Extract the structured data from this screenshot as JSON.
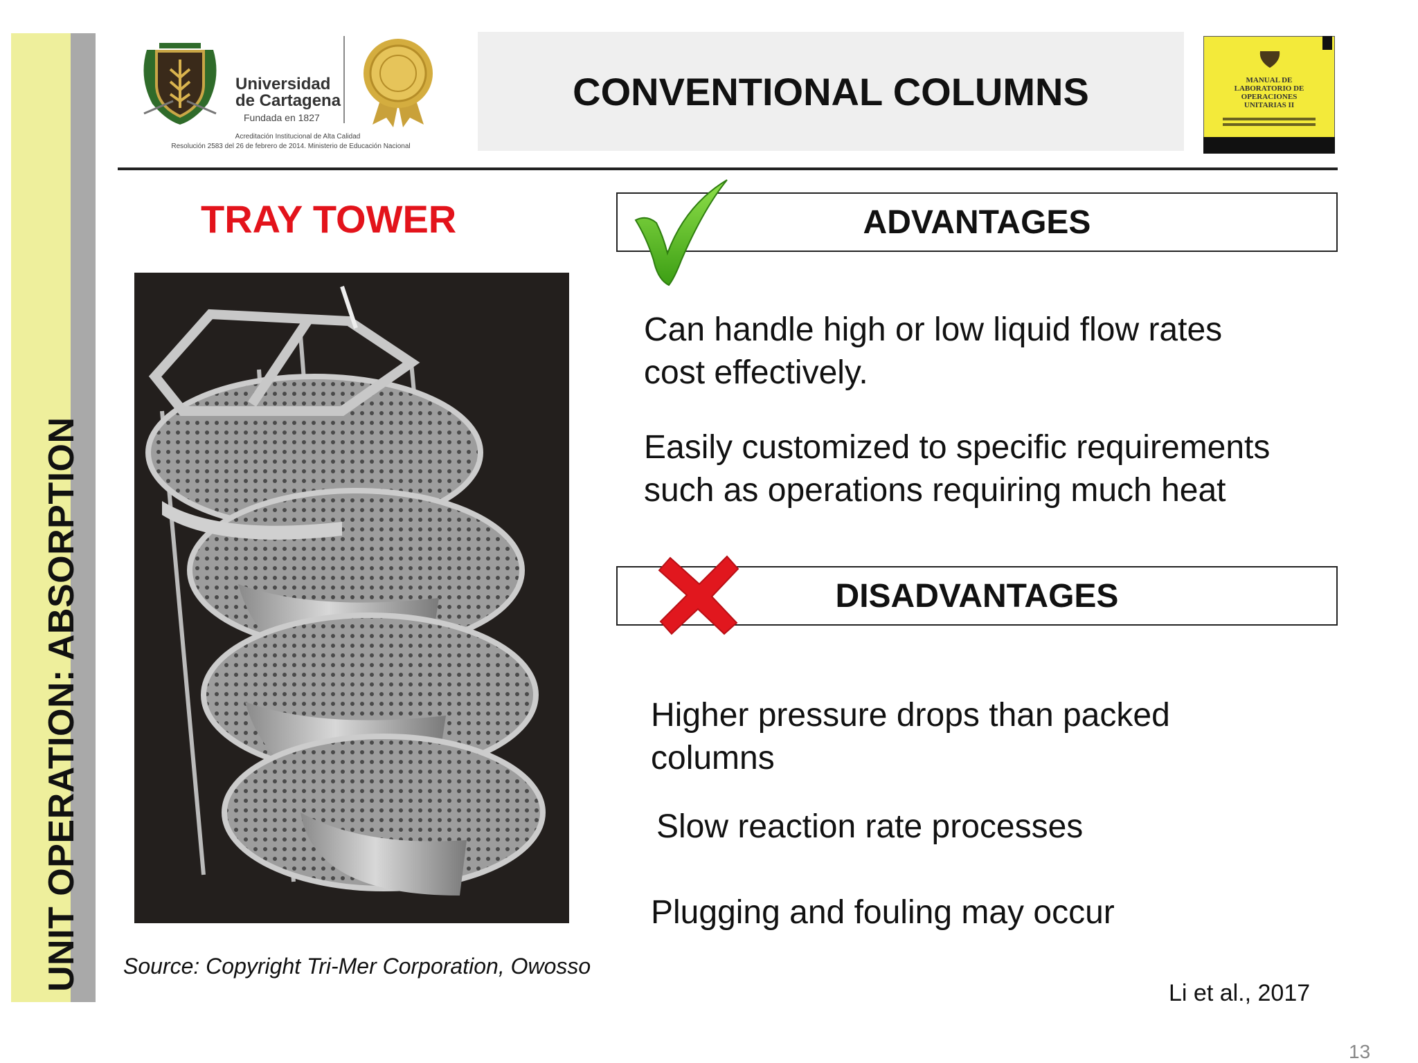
{
  "sidebar": {
    "label": "UNIT OPERATION: ABSORPTION"
  },
  "header": {
    "title": "CONVENTIONAL COLUMNS",
    "logo": {
      "name_line1": "Universidad",
      "name_line2": "de Cartagena",
      "founded": "Fundada en 1827",
      "accreditation_line1": "Acreditación Institucional de Alta Calidad",
      "accreditation_line2": "Resolución 2583 del 26 de febrero de 2014. Ministerio de Educación Nacional"
    },
    "book": {
      "title_lines": [
        "MANUAL DE",
        "LABORATORIO DE",
        "OPERACIONES",
        "UNITARIAS II"
      ]
    }
  },
  "left": {
    "heading": "TRAY TOWER",
    "source": "Source: Copyright Tri-Mer Corporation, Owosso"
  },
  "advantages": {
    "heading": "ADVANTAGES",
    "items": [
      {
        "line1": "Can handle high or low liquid flow rates",
        "line2": "cost effectively."
      },
      {
        "line1": "Easily customized to specific requirements",
        "line2": "such as operations requiring much heat"
      }
    ]
  },
  "disadvantages": {
    "heading": "DISADVANTAGES",
    "items": [
      {
        "line1": "Higher pressure drops than packed",
        "line2": "columns"
      },
      {
        "line1": "Slow reaction rate processes"
      },
      {
        "line1": "Plugging and fouling may occur"
      }
    ]
  },
  "reference": "Li et al., 2017",
  "page_number": "13",
  "colors": {
    "sidebar_yellow": "#eeef9c",
    "sidebar_gray": "#a9a9a9",
    "accent_red": "#e3131b",
    "check_green": "#5fc41f"
  },
  "icons": [
    "university-crest-icon",
    "gold-seal-icon",
    "book-cover-image",
    "check-mark-icon",
    "cross-mark-icon"
  ]
}
